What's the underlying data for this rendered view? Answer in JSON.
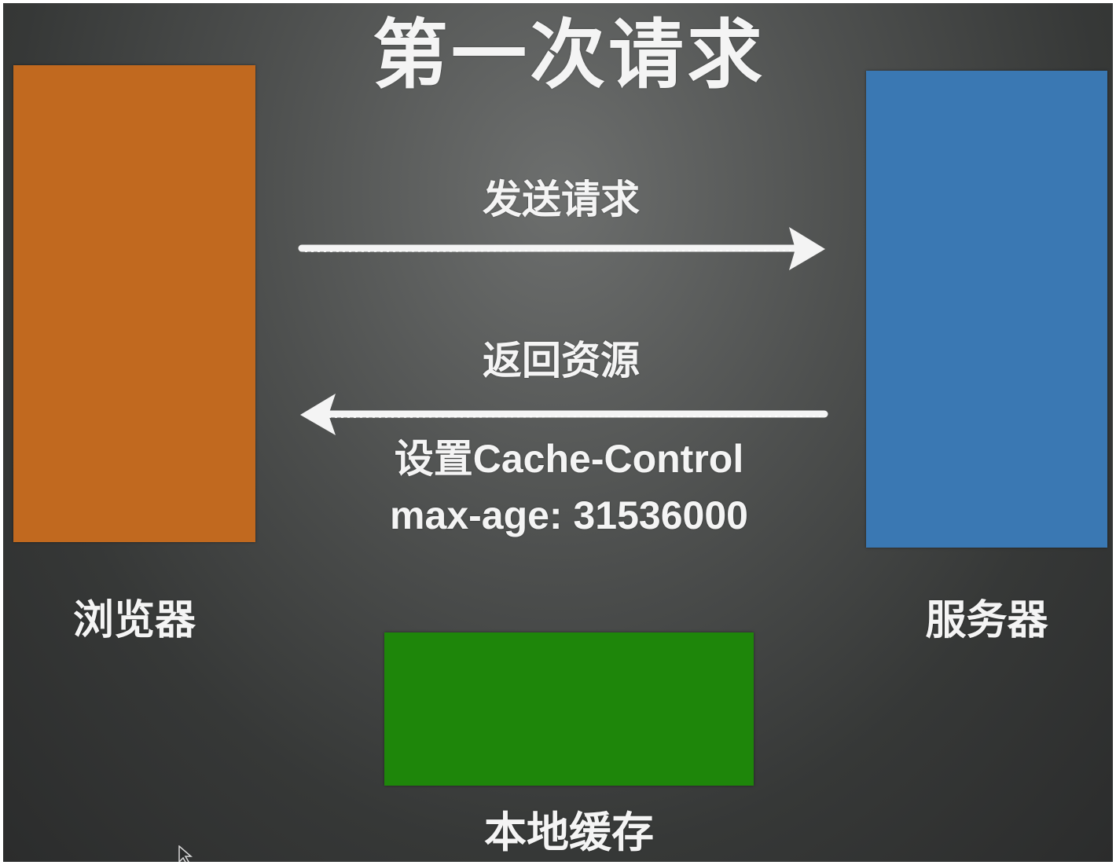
{
  "title": "第一次请求",
  "request_arrow": {
    "label": "发送请求"
  },
  "response_arrow": {
    "label": "返回资源",
    "header_line": "设置Cache-Control",
    "max_age_line": "max-age: 31536000"
  },
  "nodes": {
    "browser": {
      "label": "浏览器",
      "color": "#c1691f"
    },
    "server": {
      "label": "服务器",
      "color": "#3a78b3"
    },
    "local_cache": {
      "label": "本地缓存",
      "color": "#1e860a"
    }
  },
  "background_color": "#4e504f",
  "arrow_color": "#f4f4f4",
  "cursor_icon": "pointer-arrow-icon"
}
